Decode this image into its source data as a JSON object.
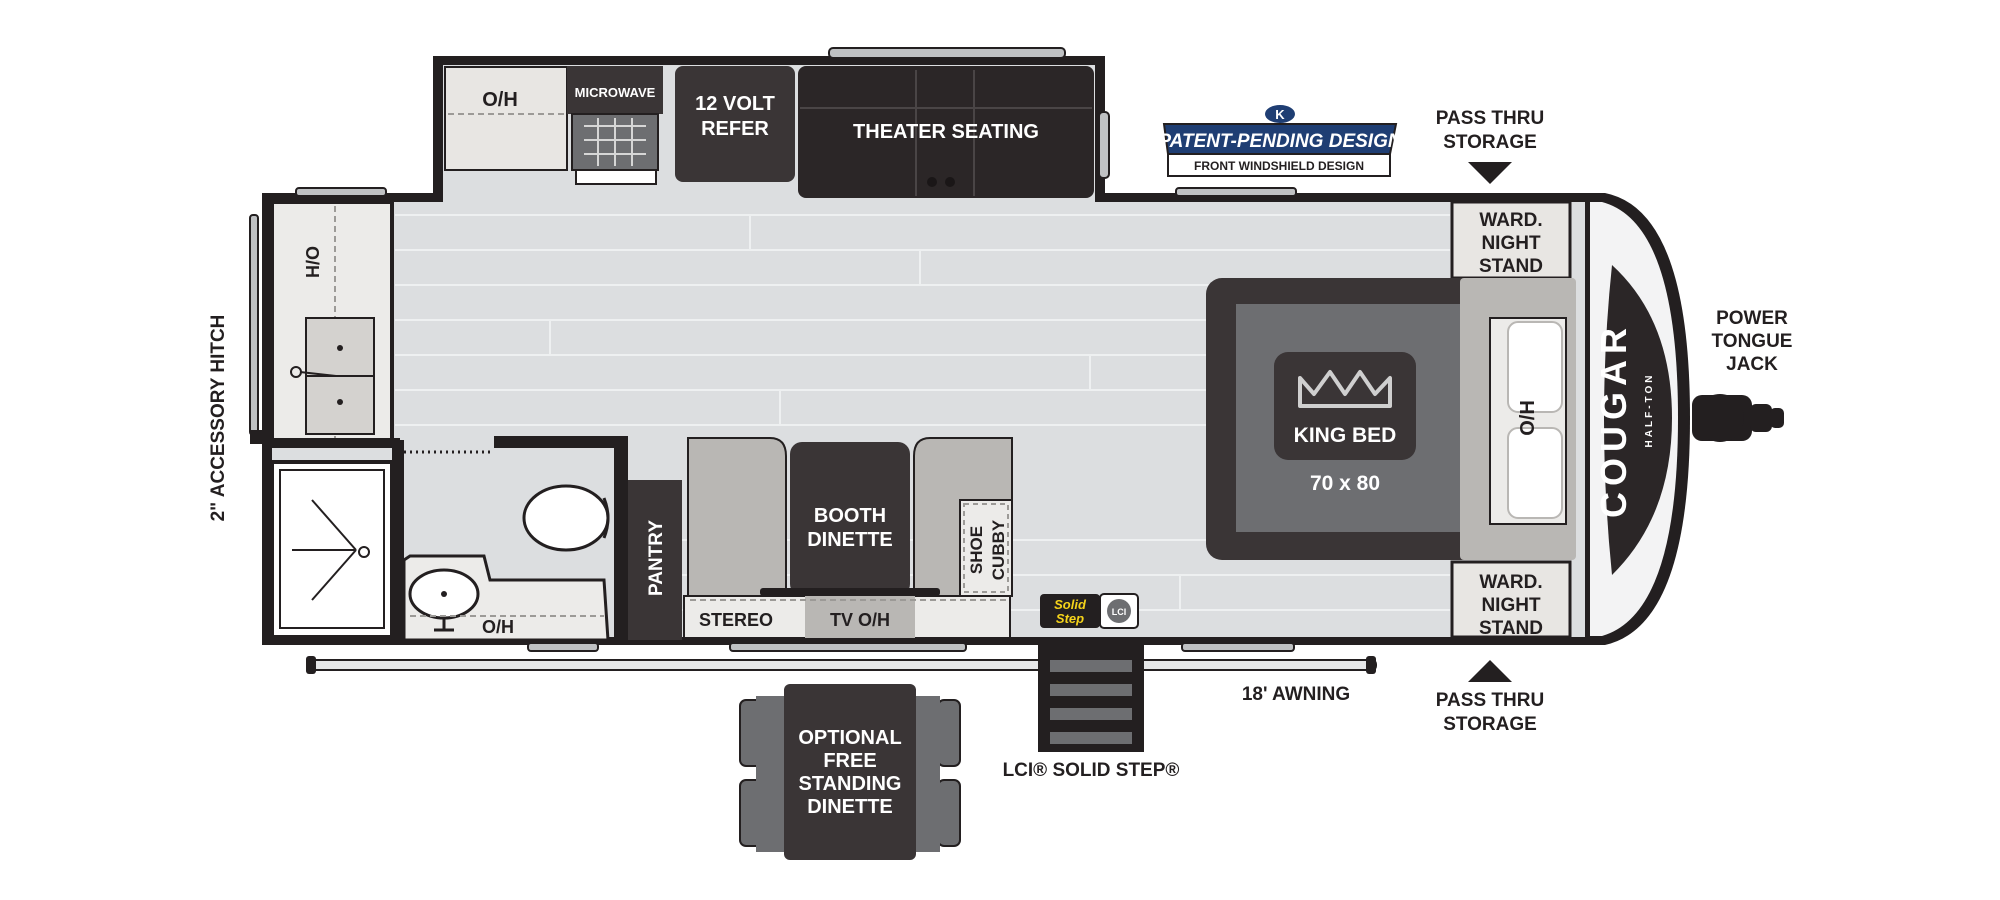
{
  "labels": {
    "pass_thru_top": [
      "PASS THRU",
      "STORAGE"
    ],
    "pass_thru_bottom": [
      "PASS THRU",
      "STORAGE"
    ],
    "power_tongue_jack": [
      "POWER",
      "TONGUE",
      "JACK"
    ],
    "accessory_hitch": "2\" ACCESSORY HITCH",
    "awning": "18' AWNING",
    "solid_step": "LCI® SOLID STEP®",
    "oh_slide": "O/H",
    "microwave": "MICROWAVE",
    "refer": [
      "12 VOLT",
      "REFER"
    ],
    "theater_seating": "THEATER SEATING",
    "oh_galley": "O/H",
    "oh_bath": "O/H",
    "oh_bed": "O/H",
    "pantry": "PANTRY",
    "booth_dinette": [
      "BOOTH",
      "DINETTE"
    ],
    "shoe_cubby": [
      "SHOE",
      "CUBBY"
    ],
    "stereo": "STEREO",
    "tv_oh": "TV O/H",
    "king_bed": "KING BED",
    "bed_size": "70 x 80",
    "ward_top": [
      "WARD.",
      "NIGHT",
      "STAND"
    ],
    "ward_bottom": [
      "WARD.",
      "NIGHT",
      "STAND"
    ],
    "optional_dinette": [
      "OPTIONAL",
      "FREE",
      "STANDING",
      "DINETTE"
    ],
    "badge_title": "PATENT-PENDING DESIGN",
    "badge_sub": "FRONT WINDSHIELD DESIGN",
    "badge_logo": "K",
    "brand": "COUGAR",
    "brand_sub": "HALF-TON",
    "solid_step_logo": [
      "Solid",
      "Step"
    ],
    "lci_logo": "LCI"
  },
  "colors": {
    "wall": "#231f20",
    "floor": "#dcdee0",
    "floor_line": "#eef0f1",
    "dark_furniture": "#3a3536",
    "mid_gray": "#6d6e71",
    "light_tan": "#e8e6e3",
    "badge_blue": "#1f3e73",
    "solid_step_yellow": "#f5d31a"
  }
}
